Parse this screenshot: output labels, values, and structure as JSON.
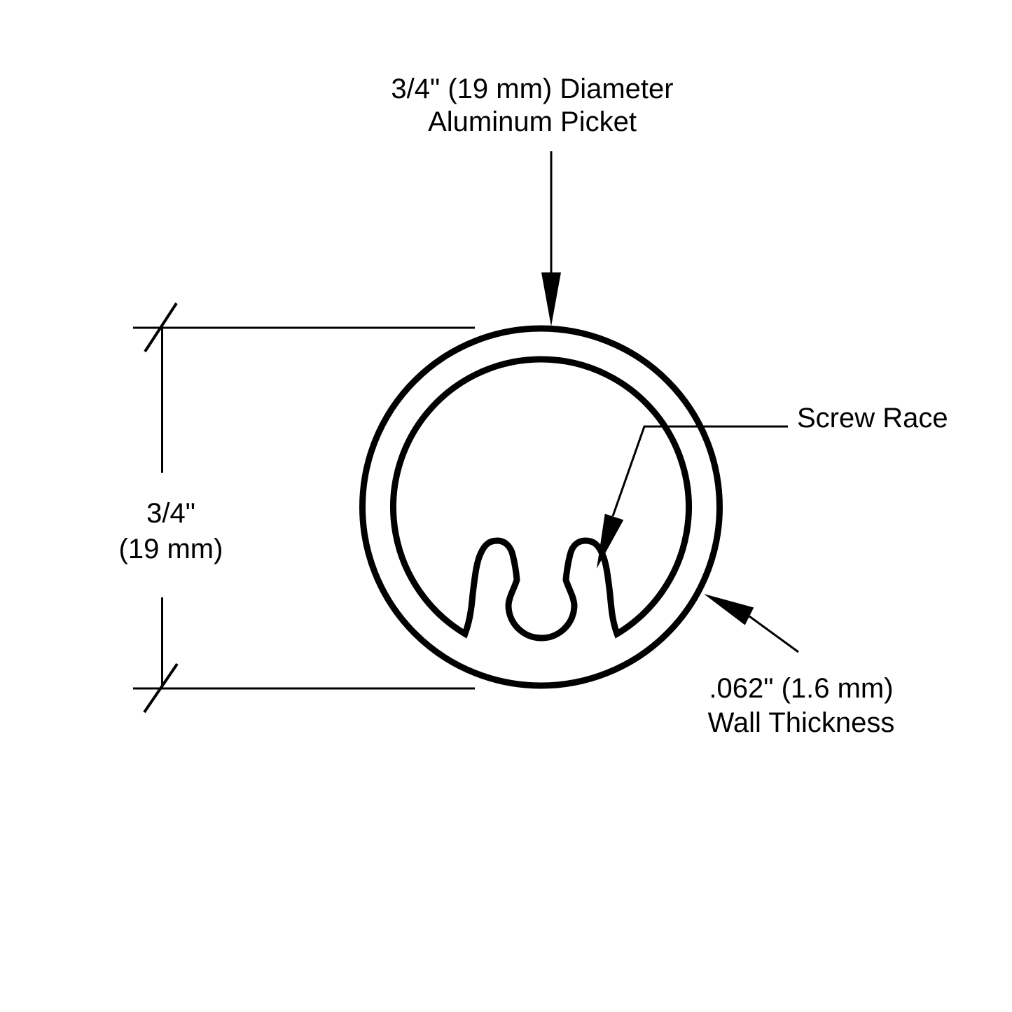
{
  "meta": {
    "drawing_type": "cross-section technical drawing",
    "subject": "round aluminum fence picket profile with internal screw race"
  },
  "colors": {
    "line": "#000000",
    "text": "#000000",
    "background": "#ffffff"
  },
  "labels": {
    "diameter": {
      "line1": "3/4\" (19 mm) Diameter",
      "line2": "Aluminum Picket"
    },
    "screw_race": "Screw Race",
    "wall_thickness": {
      "line1": ".062\" (1.6 mm)",
      "line2": "Wall Thickness"
    },
    "height_dimension": {
      "line1": "3/4\"",
      "line2": "(19 mm)"
    }
  }
}
